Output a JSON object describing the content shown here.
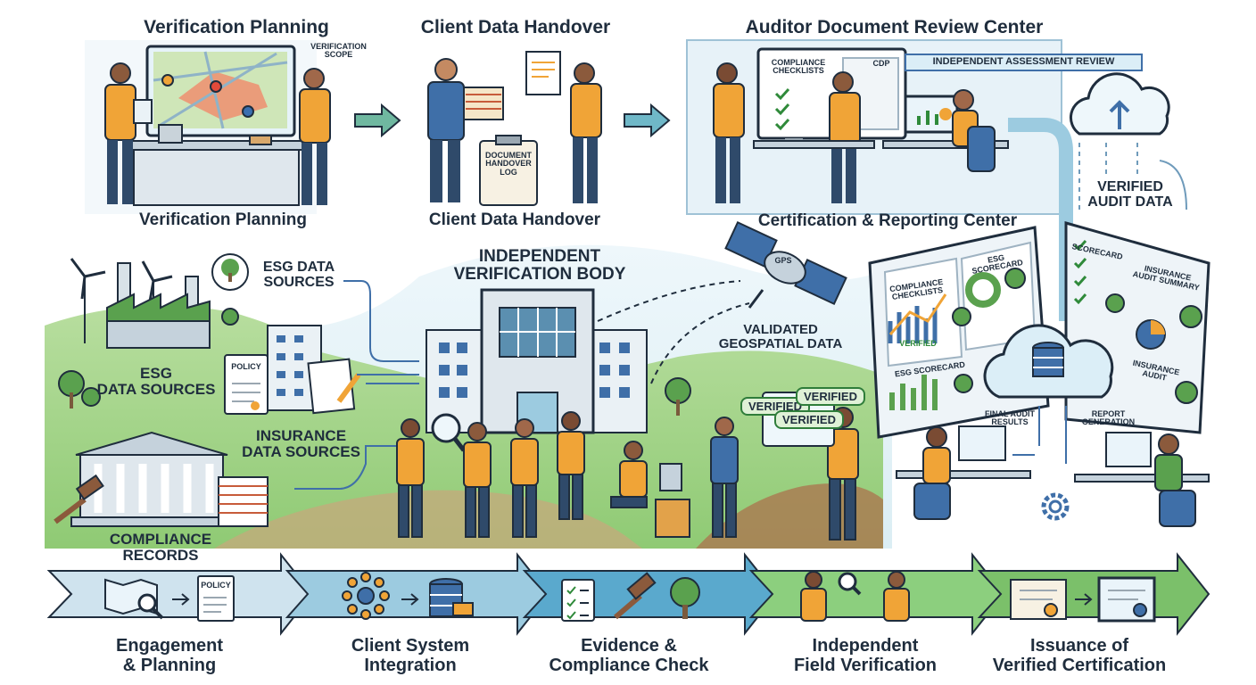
{
  "top": {
    "panel1_title": "Verification Planning",
    "panel1_caption": "Verification Planning",
    "panel1_scope_note": "VERIFICATION\nSCOPE",
    "panel2_title": "Client Data Handover",
    "panel2_caption": "Client Data Handover",
    "panel2_log": "DOCUMENT\nHANDOVER\nLOG",
    "panel3_title": "Auditor Document Review Center",
    "panel3_banner": "INDEPENDENT ASSESSMENT REVIEW",
    "panel3_board": "COMPLIANCE\nCHECKLISTS",
    "panel3_cdp": "CDP"
  },
  "middle": {
    "esg_callout": "ESG DATA\nSOURCES",
    "esg_label": "ESG\nDATA SOURCES",
    "policy_doc": "POLICY",
    "insurance_label": "INSURANCE\nDATA SOURCES",
    "compliance_label": "COMPLIANCE RECORDS",
    "body_label": "INDEPENDENT\nVERIFICATION BODY",
    "satellite_label": "GPS",
    "geospatial_label": "VALIDATED\nGEOSPATIAL DATA",
    "verified_tags": [
      "VERIFIED",
      "VERIFIED",
      "VERIFIED"
    ]
  },
  "right": {
    "center_title": "Certification & Reporting Center",
    "verified_audit": "VERIFIED\nAUDIT DATA",
    "screen_left": {
      "title": "COMPLIANCE\nCHECKLISTS",
      "verified": "VERIFIED",
      "esg_top": "ESG SCORECARD",
      "esg_bottom": "ESG SCORECARD"
    },
    "screen_right": {
      "scorecard": "SCORECARD",
      "insurance_summary": "INSURANCE\nAUDIT SUMMARY",
      "insurance_audit": "INSURANCE\nAUDIT"
    },
    "final_results": "FINAL AUDIT\nRESULTS",
    "report_generation": "REPORT\nGENERATION"
  },
  "steps": [
    {
      "label": "Engagement\n& Planning",
      "color": "#cfe3ee"
    },
    {
      "label": "Client System\nIntegration",
      "color": "#9ccbe0"
    },
    {
      "label": "Evidence &\nCompliance Check",
      "color": "#5aa9cd"
    },
    {
      "label": "Independent\nField Verification",
      "color": "#8ccf7e"
    },
    {
      "label": "Issuance of\nVerified Certification",
      "color": "#7bc06a"
    }
  ],
  "step_icon_policy": "POLICY",
  "colors": {
    "navy": "#1f2d3d",
    "sky": "#d8edf5",
    "grass": "#a9d68f",
    "vest": "#f0a437",
    "arrow_blue": "#5b8fb0"
  }
}
